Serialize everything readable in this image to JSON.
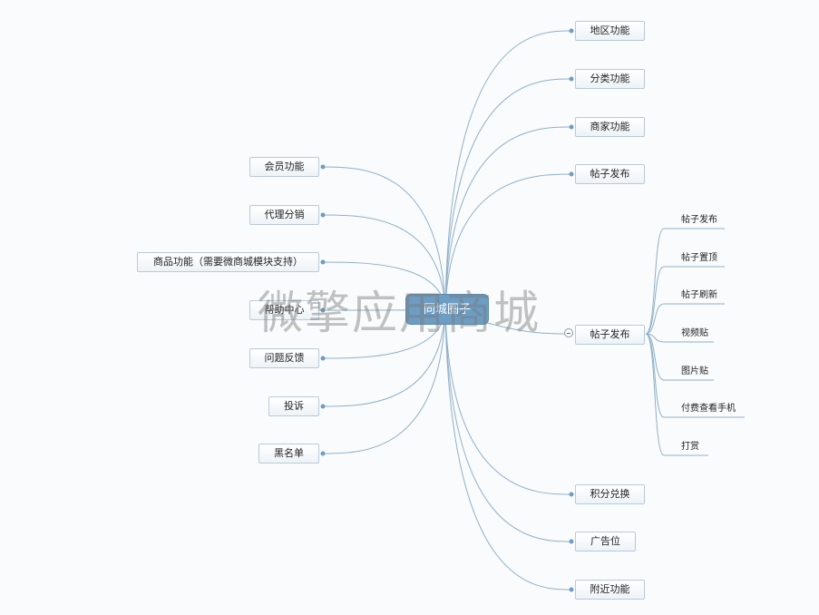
{
  "center": {
    "label": "同城圈子"
  },
  "watermark": {
    "text": "微擎应用商城"
  },
  "right_nodes": {
    "region": "地区功能",
    "category": "分类功能",
    "merchant": "商家功能",
    "post_publish_1": "帖子发布",
    "post_publish_2": "帖子发布",
    "points": "积分兑换",
    "ad": "广告位",
    "nearby": "附近功能"
  },
  "left_nodes": {
    "member": "会员功能",
    "agent": "代理分销",
    "goods": "商品功能（需要微商城模块支持）",
    "help": "帮助中心",
    "feedback": "问题反馈",
    "complaint": "投诉",
    "blacklist": "黑名单"
  },
  "sub_leaves": {
    "post": "帖子发布",
    "pin": "帖子置顶",
    "refresh": "帖子刷新",
    "video": "视频贴",
    "image": "图片贴",
    "paid_phone": "付费查看手机",
    "tip": "打赏"
  },
  "colors": {
    "line": "#8fb0c8",
    "center": "#6e9dc4",
    "node_border": "#b9cad8"
  }
}
